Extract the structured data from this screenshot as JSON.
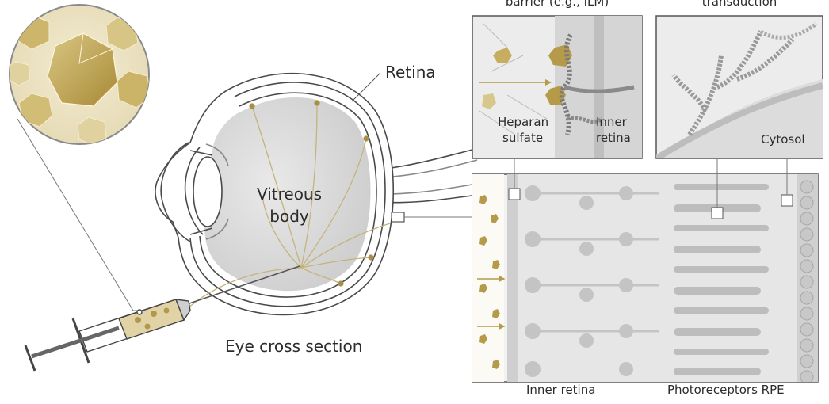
{
  "labels": {
    "panel1_title": "barrier (e.g., ILM)",
    "panel2_title": "transduction",
    "retina": "Retina",
    "vitreous_line1": "Vitreous",
    "vitreous_line2": "body",
    "eye_cross_section": "Eye cross section",
    "heparan_line1": "Heparan",
    "heparan_line2": "sulfate",
    "inner_retina_line1": "Inner",
    "inner_retina_line2": "retina",
    "cytosol": "Cytosol",
    "bottom_inner_retina": "Inner retina",
    "bottom_photoreceptors_rpe": "Photoreceptors RPE"
  },
  "colors": {
    "capsid_gold": "#b59a4a",
    "capsid_light": "#d8c78a",
    "tissue_gray": "#d9d9d9",
    "outline": "#4a4a4a",
    "background": "#ffffff"
  },
  "icons": [
    "aav-capsid-icon",
    "syringe-icon"
  ]
}
